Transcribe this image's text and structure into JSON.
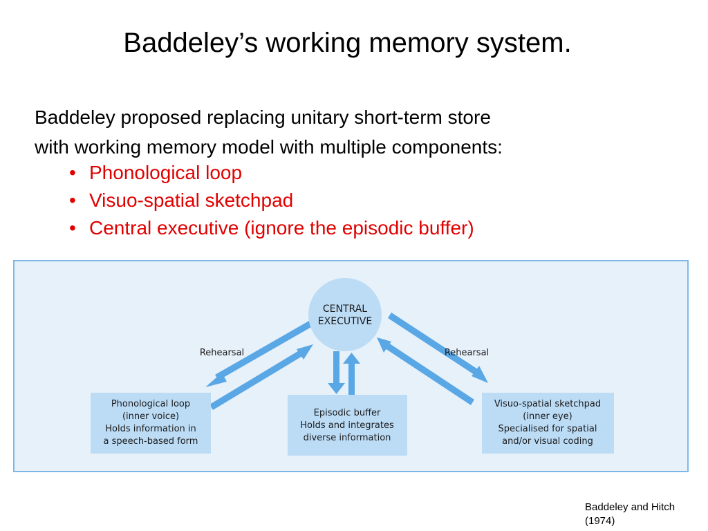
{
  "title": "Baddeley’s working memory system.",
  "intro": {
    "line1": "Baddeley proposed replacing unitary short-term store",
    "line2": "with working memory model with multiple components:"
  },
  "bullets": [
    "Phonological loop",
    "Visuo-spatial sketchpad",
    "Central executive (ignore the episodic buffer)"
  ],
  "bullet_color": "#e00000",
  "diagram": {
    "background": "#e7f1fa",
    "border_color": "#7fb8e6",
    "arrow_color": "#5aa7e6",
    "box_color": "#bcdcf6",
    "central": {
      "line1": "CENTRAL",
      "line2": "EXECUTIVE"
    },
    "rehearsal_left": "Rehearsal",
    "rehearsal_right": "Rehearsal",
    "phonological": [
      "Phonological loop",
      "(inner voice)",
      "Holds information in",
      "a speech-based form"
    ],
    "episodic": [
      "Episodic buffer",
      "Holds and integrates",
      "diverse information"
    ],
    "visuo": [
      "Visuo-spatial sketchpad",
      "(inner eye)",
      "Specialised for spatial",
      "and/or visual coding"
    ]
  },
  "credit": {
    "line1": "Baddeley and Hitch",
    "line2": "(1974)"
  }
}
